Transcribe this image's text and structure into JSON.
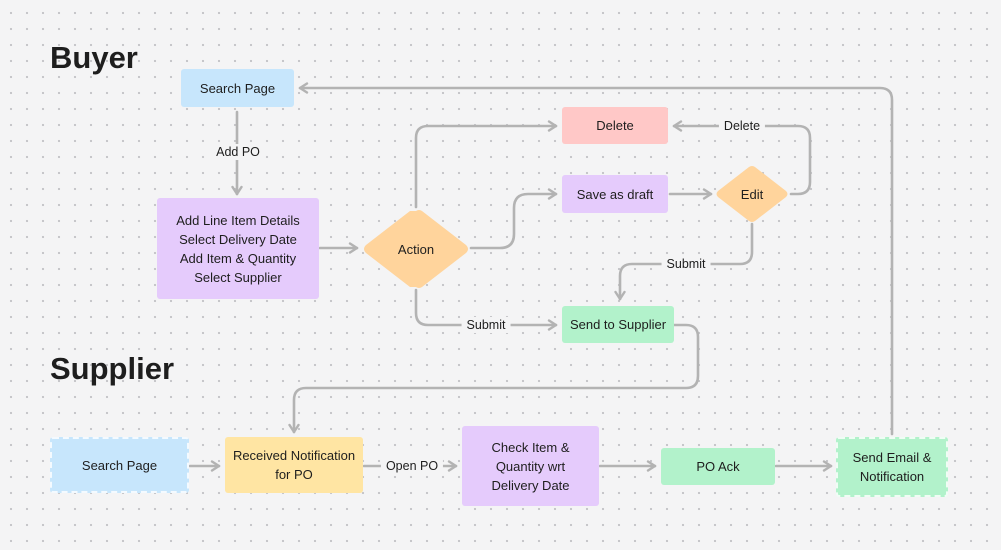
{
  "sections": {
    "buyer": "Buyer",
    "supplier": "Supplier"
  },
  "nodes": {
    "buyer_search_page": "Search Page",
    "line_item_details": [
      "Add Line Item Details",
      "Select Delivery Date",
      "Add Item & Quantity",
      "Select Supplier"
    ],
    "action": "Action",
    "delete": "Delete",
    "save_as_draft": "Save as draft",
    "edit": "Edit",
    "send_to_supplier": "Send to Supplier",
    "supplier_search_page": "Search Page",
    "received_notification": [
      "Received Notification",
      "for PO"
    ],
    "check_item": [
      "Check Item &",
      "Quantity wrt",
      "Delivery Date"
    ],
    "po_ack": "PO Ack",
    "send_email": [
      "Send Email &",
      "Notification"
    ]
  },
  "edges": {
    "add_po": "Add PO",
    "edit_delete": "Delete",
    "edit_submit": "Submit",
    "action_submit": "Submit",
    "open_po": "Open PO"
  },
  "colors": {
    "blue": "#c7e6fc",
    "red": "#ffc8c7",
    "purple": "#e5cbfc",
    "green": "#b2f2cb",
    "yellow": "#ffe5a3",
    "diamond": "#ffd49c",
    "connector": "#b3b3b3"
  }
}
